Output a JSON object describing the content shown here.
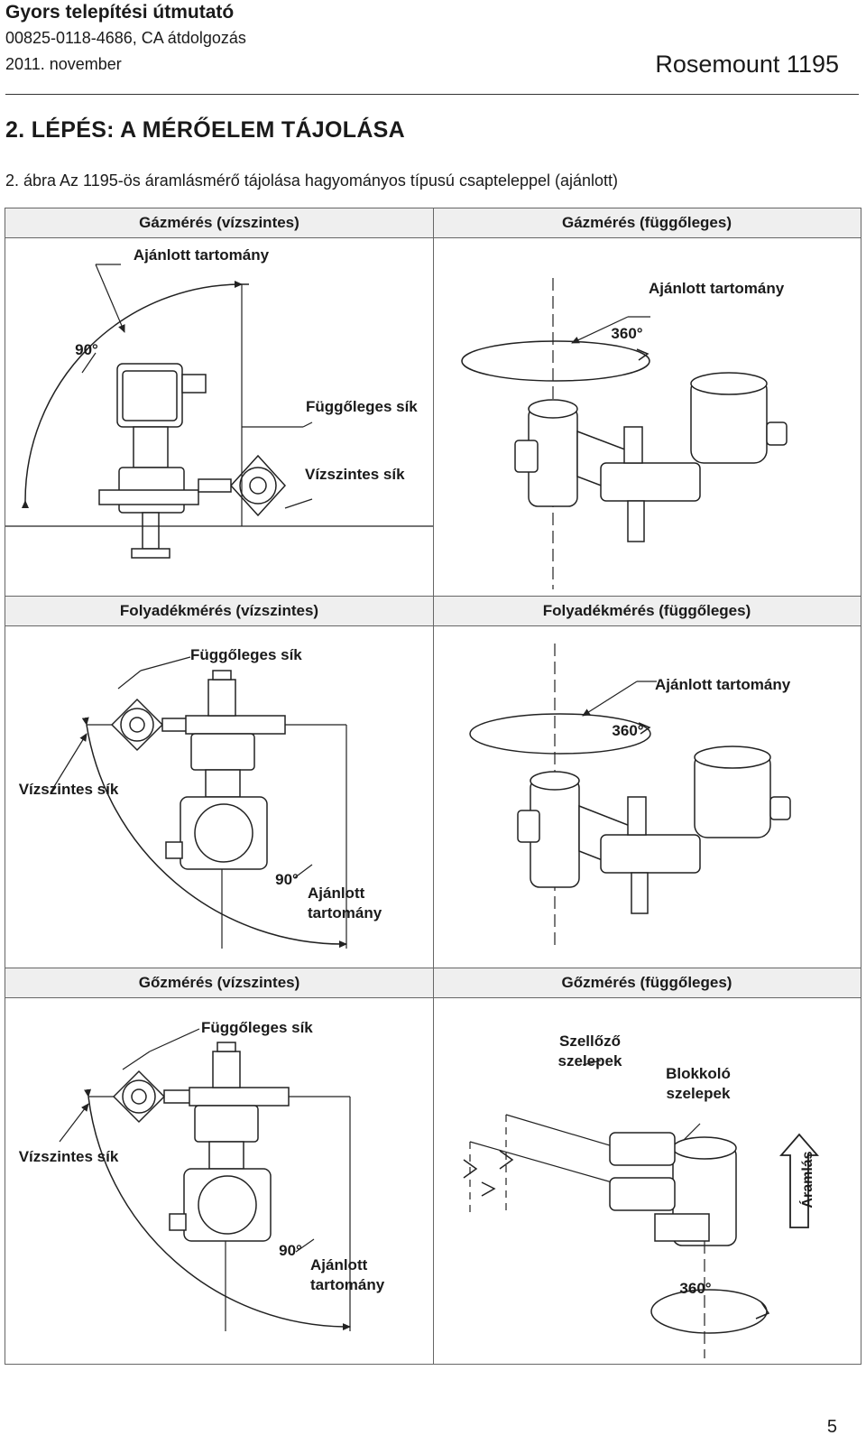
{
  "header": {
    "title": "Gyors telepítési útmutató",
    "doc_number": "00825-0118-4686, CA átdolgozás",
    "date": "2011. november",
    "product": "Rosemount 1195"
  },
  "step_title": "2. LÉPÉS: A MÉRŐELEM TÁJOLÁSA",
  "figure": {
    "caption": "2. ábra  Az 1195-ös áramlásmérő tájolása hagyományos típusú csapteleppel (ajánlott)",
    "gas": {
      "horizontal_label": "Gázmérés (vízszintes)",
      "vertical_label": "Gázmérés (függőleges)",
      "recommended_range_left": "Ajánlott tartomány",
      "angle_90": "90°",
      "vertical_plane": "Függőleges sík",
      "horizontal_plane": "Vízszintes sík",
      "recommended_range_right": "Ajánlott tartomány",
      "angle_360": "360°"
    },
    "liquid": {
      "horizontal_label": "Folyadékmérés (vízszintes)",
      "vertical_label": "Folyadékmérés (függőleges)",
      "vertical_plane": "Függőleges sík",
      "horizontal_plane": "Vízszintes sík",
      "angle_90": "90°",
      "recommended_range_left": "Ajánlott tartomány",
      "recommended_range_right": "Ajánlott tartomány",
      "angle_360": "360°"
    },
    "steam": {
      "horizontal_label": "Gőzmérés (vízszintes)",
      "vertical_label": "Gőzmérés (függőleges)",
      "vertical_plane": "Függőleges sík",
      "horizontal_plane": "Vízszintes sík",
      "angle_90": "90°",
      "recommended_range_left": "Ajánlott tartomány",
      "vent_valves": "Szellőző szelepek",
      "block_valves": "Blokkoló szelepek",
      "flow": "Áramlás",
      "angle_360": "360°"
    }
  },
  "page_number": "5"
}
